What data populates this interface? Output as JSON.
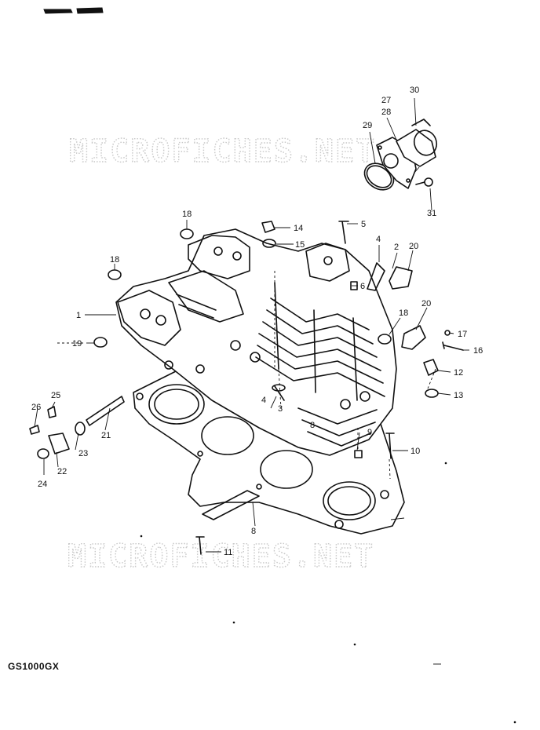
{
  "watermark": "MICROFICHES.NET",
  "model_label": "GS1000GX",
  "part_numbers": {
    "p1": "1",
    "p2": "2",
    "p3": "3",
    "p4a": "4",
    "p4b": "4",
    "p5": "5",
    "p6": "6",
    "p8": "8",
    "p8b": "8",
    "p9": "9",
    "p10": "10",
    "p11": "11",
    "p12": "12",
    "p13": "13",
    "p14": "14",
    "p15": "15",
    "p16": "16",
    "p17": "17",
    "p18a": "18",
    "p18b": "18",
    "p18c": "18",
    "p19": "19",
    "p20a": "20",
    "p20b": "20",
    "p21": "21",
    "p22": "22",
    "p23": "23",
    "p24": "24",
    "p25": "25",
    "p26": "26",
    "p27": "27",
    "p28": "28",
    "p29": "29",
    "p30": "30",
    "p31": "31"
  }
}
